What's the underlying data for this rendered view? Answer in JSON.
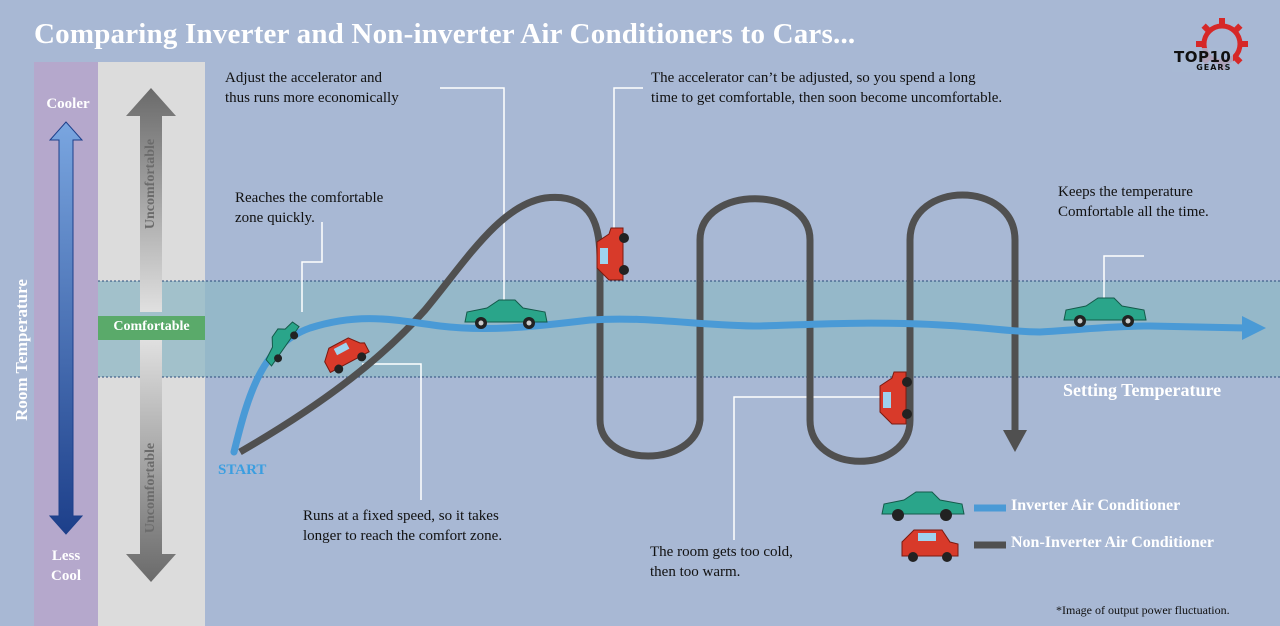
{
  "title": "Comparing Inverter and Non-inverter Air Conditioners to Cars...",
  "logo": {
    "main": "TOP10",
    "sub": "GEARS",
    "icon": "gear-icon"
  },
  "left_axis": {
    "label": "Room Temperature",
    "top": "Cooler",
    "bottom_line1": "Less",
    "bottom_line2": "Cool",
    "uncomfortable_top": "Uncomfortable",
    "uncomfortable_bottom": "Uncomfortable",
    "comfortable": "Comfortable"
  },
  "start_label": "START",
  "setting_temperature": "Setting Temperature",
  "annotations": {
    "adjust_line1": "Adjust the accelerator and",
    "adjust_line2": "thus runs more economically",
    "reaches_line1": "Reaches the comfortable",
    "reaches_line2": "zone quickly.",
    "cant_adjust_line1": "The accelerator can’t be adjusted, so you spend a long",
    "cant_adjust_line2": "time to get comfortable, then soon become uncomfortable.",
    "keeps_line1": "Keeps the temperature",
    "keeps_line2": "Comfortable all the time.",
    "fixed_line1": "Runs at a fixed speed, so it takes",
    "fixed_line2": "longer to reach the comfort zone.",
    "cold_line1": "The room gets too cold,",
    "cold_line2": "then too warm."
  },
  "legend": [
    {
      "label": "Inverter Air Conditioner",
      "color": "#4a9ad6",
      "icon": "green-convertible-car-icon"
    },
    {
      "label": "Non-Inverter Air Conditioner",
      "color": "#505050",
      "icon": "red-hatchback-car-icon"
    }
  ],
  "footnote": "*Image of output power fluctuation.",
  "colors": {
    "background": "#a8b8d4",
    "comfort_band": "#8fb8c6",
    "inverter_line": "#4a9ad6",
    "non_inverter_line": "#505050",
    "comfortable_badge": "#5aaa6a",
    "axis_panel": "#b5a8cc"
  }
}
